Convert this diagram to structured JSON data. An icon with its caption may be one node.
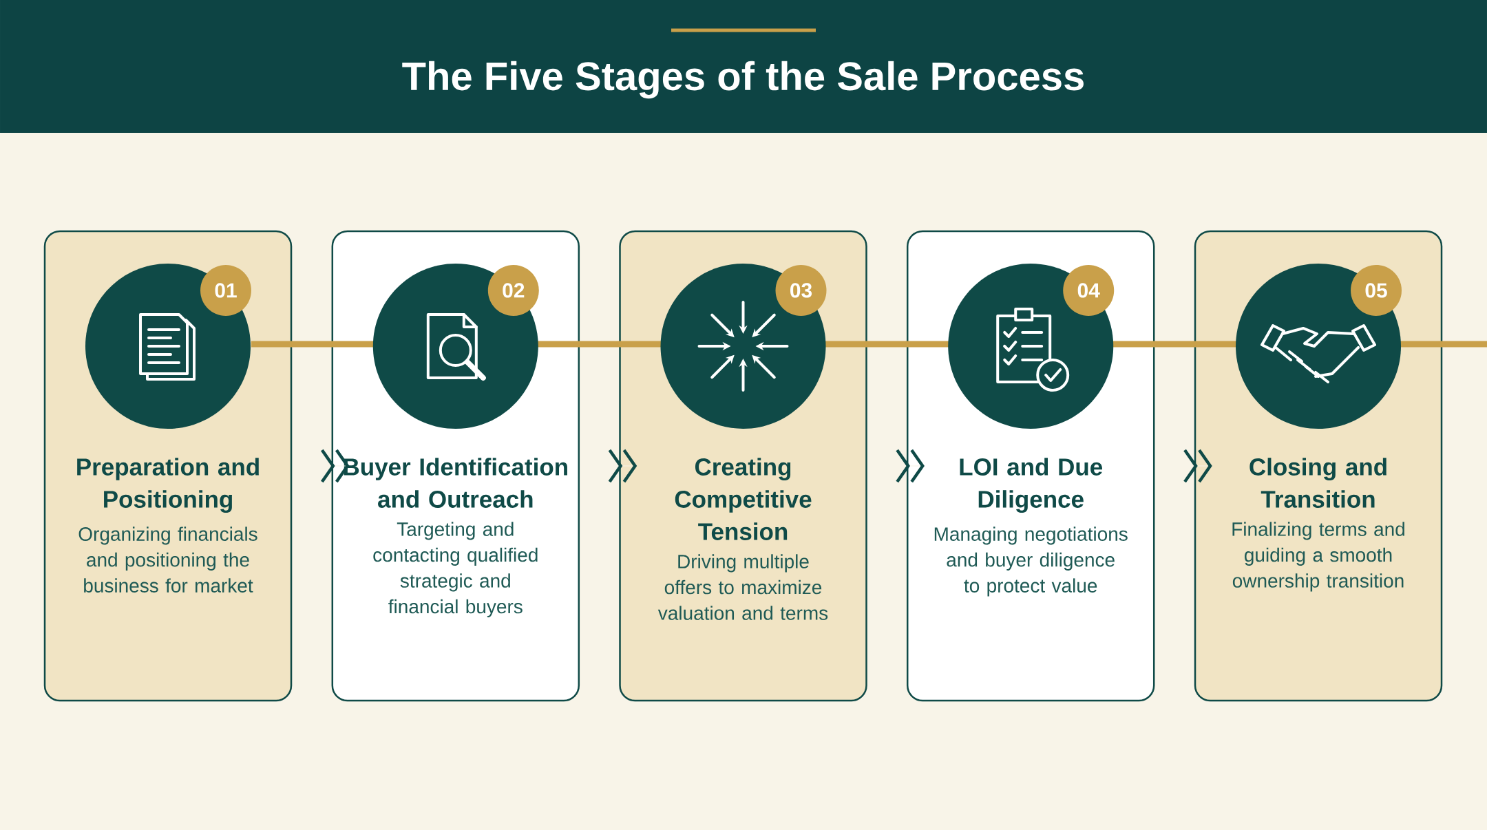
{
  "diagram": {
    "title": "The Five Stages of the Sale Process",
    "nodes": [
      {
        "text": [
          "01",
          "Preparation and Positioning",
          "Organizing financials and positioning the business for market"
        ]
      },
      {
        "text": [
          "02",
          "Buyer Identification and Outreach",
          "Targeting and contacting qualified strategic and financial buyers"
        ]
      },
      {
        "text": [
          "03",
          "Creating Competitive Tension",
          "Driving multiple offers to maximize valuation and terms"
        ]
      },
      {
        "text": [
          "04",
          "LOI and Due Diligence",
          "Managing negotiations and buyer diligence to protect value"
        ]
      },
      {
        "text": [
          "05",
          "Closing and Transition",
          "Finalizing terms and guiding a smooth ownership transition"
        ]
      }
    ],
    "edges": [
      {
        "from": 0,
        "to": 1,
        "arrow": "to"
      },
      {
        "from": 1,
        "to": 2,
        "arrow": "to"
      },
      {
        "from": 2,
        "to": 3,
        "arrow": "to"
      },
      {
        "from": 3,
        "to": 4,
        "arrow": "to"
      }
    ]
  }
}
